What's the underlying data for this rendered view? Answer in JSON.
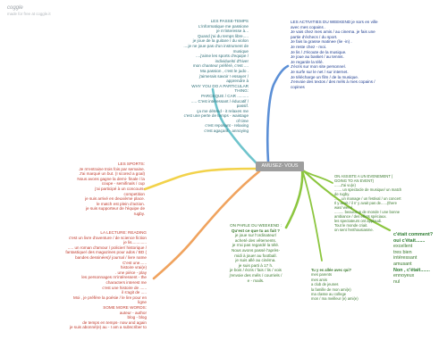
{
  "watermark": {
    "brand": "coggle",
    "tagline": "made for free at coggle.it"
  },
  "center": {
    "label": "AMUSEZ- VOUS"
  },
  "passe_temps": {
    "lines": [
      "LES PASSE-TEMPS",
      "L'informatique me passione",
      "je m'interesse à...",
      "Quand j'ai du temps libre.....",
      "je joue de la guitare / du violon",
      "....je ne joue pas d'un instrument de",
      "musique",
      "....j'aime les sports d'equipe /",
      "individuels/ d'hiver",
      "mon chanteur préféré, c'est ....",
      "Ma passion , c'est le judo .",
      "j'aimerais savoir ! essayer /",
      "apprendre à",
      "WHY YOU DO A PARTICULAR",
      "THING:",
      "PARCEQUE / CAR ..........",
      "..... C'est intéressant / éducatif /",
      "passif.",
      "ça me détend - it relaxes me",
      "c'est une perte de temps - waistage",
      "of time",
      "c'est reposant - relaxing",
      "c'est agaçant - annoying"
    ]
  },
  "weekend": {
    "lines": [
      "LES ACTIVITIES DU WEEKEND je sors en ville",
      "avec mes copains .",
      "Je vais chez mes amis / au cinema. je fais une",
      "partie d'échecs / du sport.",
      "Je fais la grasse matinee (lie -in) .",
      "Je reste chez - moi.",
      "Je lis / J'écoute de la musique.",
      "Je joue au basket / au tennis.",
      "Je regarde la télé.",
      "J'écris sur mon site personnel.",
      "Je surfe sur le net / sur internet.",
      "Je télécharge un film / de la musique.",
      "J'envoie des textos / des méls à mes copains /",
      "copines"
    ]
  },
  "sports": {
    "lines": [
      "LES SPORTS:",
      "Je m'entraine trois fois par semaine.",
      "J'ai marqué un but. (I scored a goal)",
      "Nous avons gagne la demi- finale / la",
      "coupe - semifinals / cup",
      "j'ai participé à un concours-",
      "competition",
      "je suis arrivé en deuxième place.",
      "le match est plein d'action.",
      "je suis supporteur de l'équipe de",
      "rugby."
    ]
  },
  "lecture": {
    "lines": [
      "LA LECTURE: READING",
      "c'est un livre d'aventure / de science fiction",
      "je lis.............",
      "..... un roman d'amour / policier/ historique /",
      "fantastique/ des magazines pour ados / BD (",
      "bandes dessinées)/ journal / livre naïne",
      "C'est une......",
      "histoire vrai(e)",
      ". une pièce - play",
      "les personnages m'intéressent - the",
      "characters interest me",
      "c'est une histoire de ......",
      "il s'agit de .....",
      "Moi , je préfère la poésie / le lire pour en",
      "ligne",
      "SOME MORE WORDS:",
      "auteur - author",
      "blog - blog",
      "de temps en temps- now and again",
      "je suis abonné(e) au - I am a subscriber to"
    ]
  },
  "parle": {
    "title1": "ON PARLE DU WEEKEND :",
    "title2": "Qu'est ce que tu as fait ?",
    "lines": [
      "je joue sur l'ordinateur/",
      "acheté des vêtements.",
      "je n'ai pas regardé la télé.",
      "Nous avons passé l'après-",
      "midi à jouer au football.",
      "je suis allé au cinéma.",
      "je suis parti à 17 h.",
      "je bois / écris / fais / lis / vois",
      "j'envoie des méls / courriels /",
      "e - mails."
    ]
  },
  "evenement": {
    "lines": [
      "ON ASSISTE A UN EVENEMENT (",
      "GOING TO AN EVENT)",
      "......J'ai vu(e)",
      "....... un spectacle de musique/ un match",
      "de rugby.",
      ".......un manage / un festival / un concert",
      "Il y avait / il n' y avait pas de......(there",
      "was/ were)",
      "......... beaucoup de monde / une bonne",
      "ambiance / des effets spéciaux.",
      "les spectateurs ont applaudi.",
      "Tout le monde criait.",
      "on sent l'enthousiasme."
    ]
  },
  "avec_qui": {
    "title": "Tu y es allée avec qui?",
    "lines": [
      "mes parents",
      "mes amis",
      "a club de jeunes",
      "la famille de mon ami(e)",
      "ma classe au college",
      "mon / ma meilleur (e) ami(e)"
    ]
  },
  "opinion": {
    "title1": "c'était comment?",
    "title2": "oui c'était.......",
    "positives": [
      "excellent",
      "tres bien",
      "intéressant",
      "amusant"
    ],
    "title3": "Non , c'était.......",
    "negatives": [
      "ennoyeux",
      "nul"
    ]
  },
  "colors": {
    "blue_branch": "#5b8fd6",
    "teal_branch": "#6fc4cc",
    "yellow_branch": "#f2d24a",
    "orange_branch": "#f0a35e",
    "green_branch": "#8cc63f"
  }
}
